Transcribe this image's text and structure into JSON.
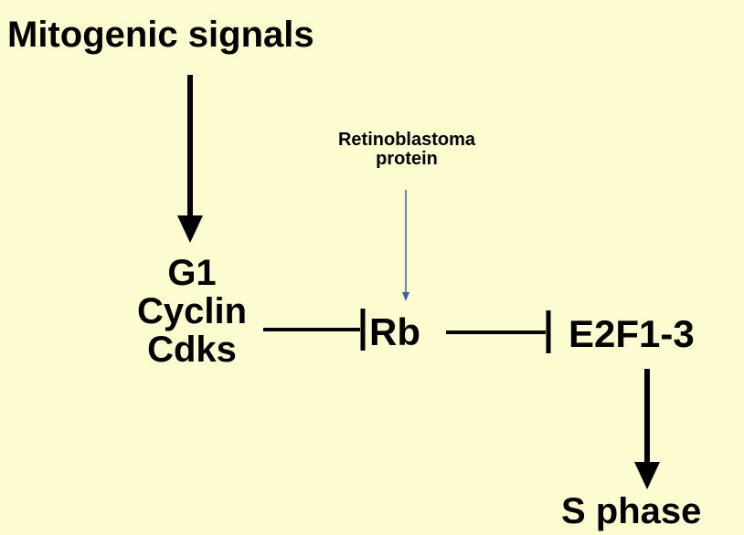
{
  "nodes": {
    "mitogenic": "Mitogenic signals",
    "g1_lines": [
      "G1",
      "Cyclin",
      "Cdks"
    ],
    "rb_note_lines": [
      "Retinoblastoma",
      "protein"
    ],
    "rb": "Rb",
    "e2f": "E2F1-3",
    "sphase": "S phase"
  },
  "colors": {
    "background": "#fdfcd0",
    "arrow": "#000000",
    "thin_arrow": "#3b5ea8"
  }
}
